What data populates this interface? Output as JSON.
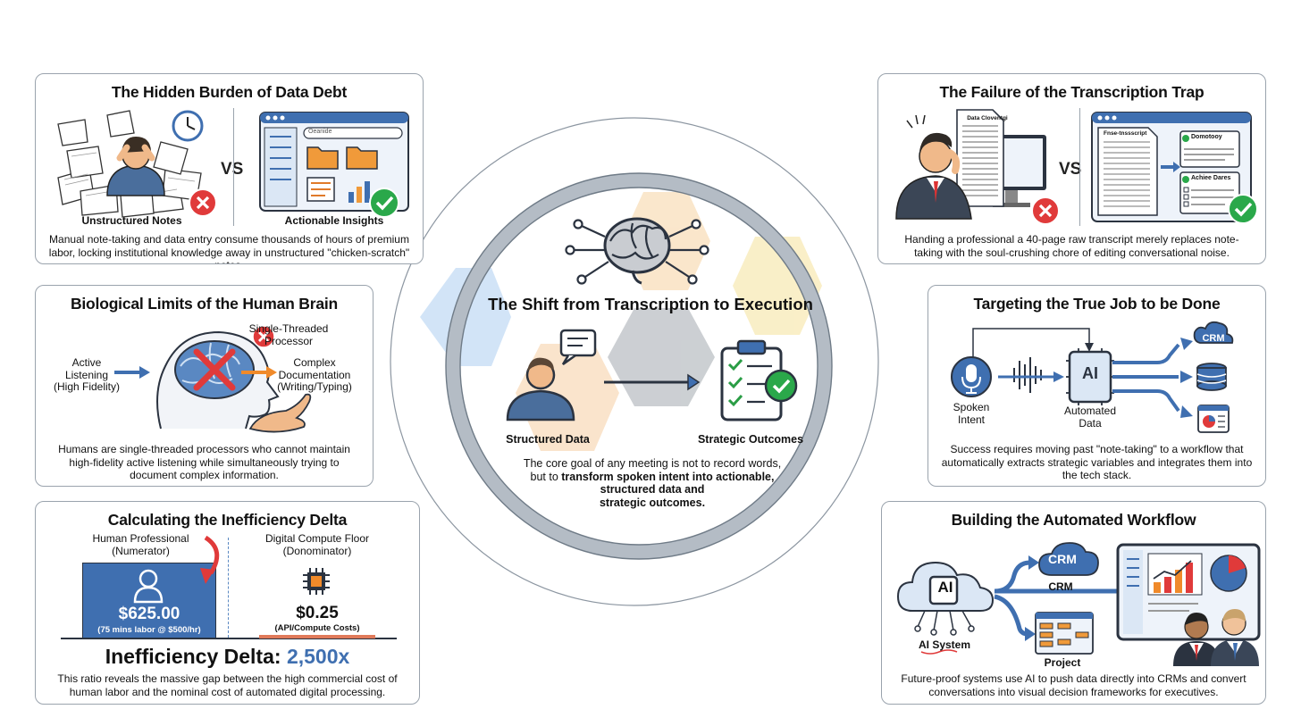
{
  "center": {
    "title": "The Shift from Transcription to Execution",
    "left_label": "Structured Data",
    "right_label": "Strategic Outcomes",
    "desc_line1": "The core goal of any meeting is not to record words,",
    "desc_line2_plain": "but to ",
    "desc_line2_bold": "transform spoken intent into actionable,",
    "desc_line3": "structured data and",
    "desc_line4": "strategic outcomes."
  },
  "data_debt": {
    "title": "The Hidden Burden of Data Debt",
    "left_label": "Unstructured Notes",
    "vs": "VS",
    "right_label": "Actionable Insights",
    "search_text": "Oeanide",
    "desc": "Manual note-taking and data entry consume thousands of hours of premium labor, locking institutional knowledge away in unstructured \"chicken-scratch\" notes."
  },
  "brain_limits": {
    "title": "Biological Limits of the Human Brain",
    "active_listening": "Active\nListening",
    "high_fidelity": "(High Fidelity)",
    "single_threaded": "Single-Threaded\nProcessor",
    "complex_doc": "Complex\nDocumentation",
    "writing_typing": "(Writing/Typing)",
    "desc": "Humans are single-threaded processors who cannot maintain high-fidelity active listening while simultaneously trying to document complex information."
  },
  "inefficiency": {
    "title": "Calculating the Inefficiency Delta",
    "human_label": "Human Professional",
    "human_sub": "(Numerator)",
    "human_value": "$625.00",
    "human_note": "(75 mins labor @ $500/hr)",
    "digital_label": "Digital Compute Floor",
    "digital_sub": "(Donominator)",
    "digital_value": "$0.25",
    "digital_note": "(API/Compute Costs)",
    "delta_label": "Inefficiency Delta: ",
    "delta_value": "2,500x",
    "desc": "This ratio reveals the massive gap between the high commercial cost of human labor and the nominal cost of automated digital processing."
  },
  "transcription_trap": {
    "title": "The Failure of the Transcription Trap",
    "vs": "VS",
    "doc_title": "Data Cloventgi",
    "transcript_label": "Fnse-tnssscript",
    "card1": "Domotooy",
    "card2": "Achiee Dares",
    "desc": "Handing a professional a 40-page raw transcript merely replaces note-taking with the soul-crushing chore of editing conversational noise."
  },
  "true_job": {
    "title": "Targeting the True Job to be Done",
    "spoken_intent": "Spoken\nIntent",
    "ai_chip": "AI",
    "automated_data": "Automated\nData",
    "crm": "CRM",
    "desc": "Success requires moving past \"note-taking\" to a workflow that automatically extracts strategic variables and integrates them into the tech stack."
  },
  "workflow": {
    "title": "Building the Automated Workflow",
    "ai_cloud": "AI",
    "ai_system": "AI System",
    "crm_cloud": "CRM",
    "crm_label": "CRM",
    "project_label": "Project",
    "desc": "Future-proof systems use AI to push data directly into CRMs and convert conversations into visual decision frameworks for executives."
  },
  "colors": {
    "accent_blue": "#3f6fb0",
    "light_blue": "#dbe7f5",
    "red": "#e03a3a",
    "green": "#2aa84a",
    "orange": "#f08a2a",
    "ring_gray": "#b4bcc5"
  }
}
